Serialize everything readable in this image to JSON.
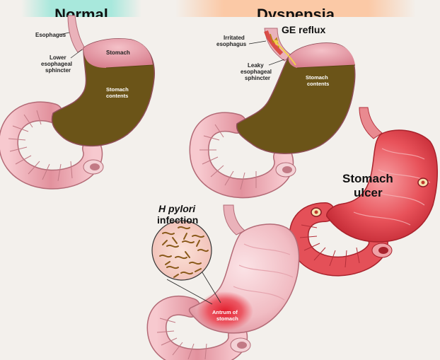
{
  "headers": {
    "normal": "Normal",
    "dyspepsia": "Dyspepsia"
  },
  "normal": {
    "esophagus": "Esophagus",
    "les_line1": "Lower",
    "les_line2": "esophageal",
    "les_line3": "sphincter",
    "stomach": "Stomach",
    "contents_line1": "Stomach",
    "contents_line2": "contents"
  },
  "reflux": {
    "title": "GE reflux",
    "irritated_line1": "Irritated",
    "irritated_line2": "esophagus",
    "leaky_line1": "Leaky",
    "leaky_line2": "esophageal",
    "leaky_line3": "sphincter",
    "contents_line1": "Stomach",
    "contents_line2": "contents"
  },
  "ulcer": {
    "title_line1": "Stomach",
    "title_line2": "ulcer"
  },
  "pylori": {
    "title_line1": "H pylori",
    "title_line2": "infection",
    "antrum_line1": "Antrum of",
    "antrum_line2": "stomach"
  },
  "colors": {
    "stomach_pink": "#e89aa6",
    "contents_brown": "#6b5418",
    "ulcer_red": "#e4464e",
    "tissue_light": "#f2c3c8"
  }
}
